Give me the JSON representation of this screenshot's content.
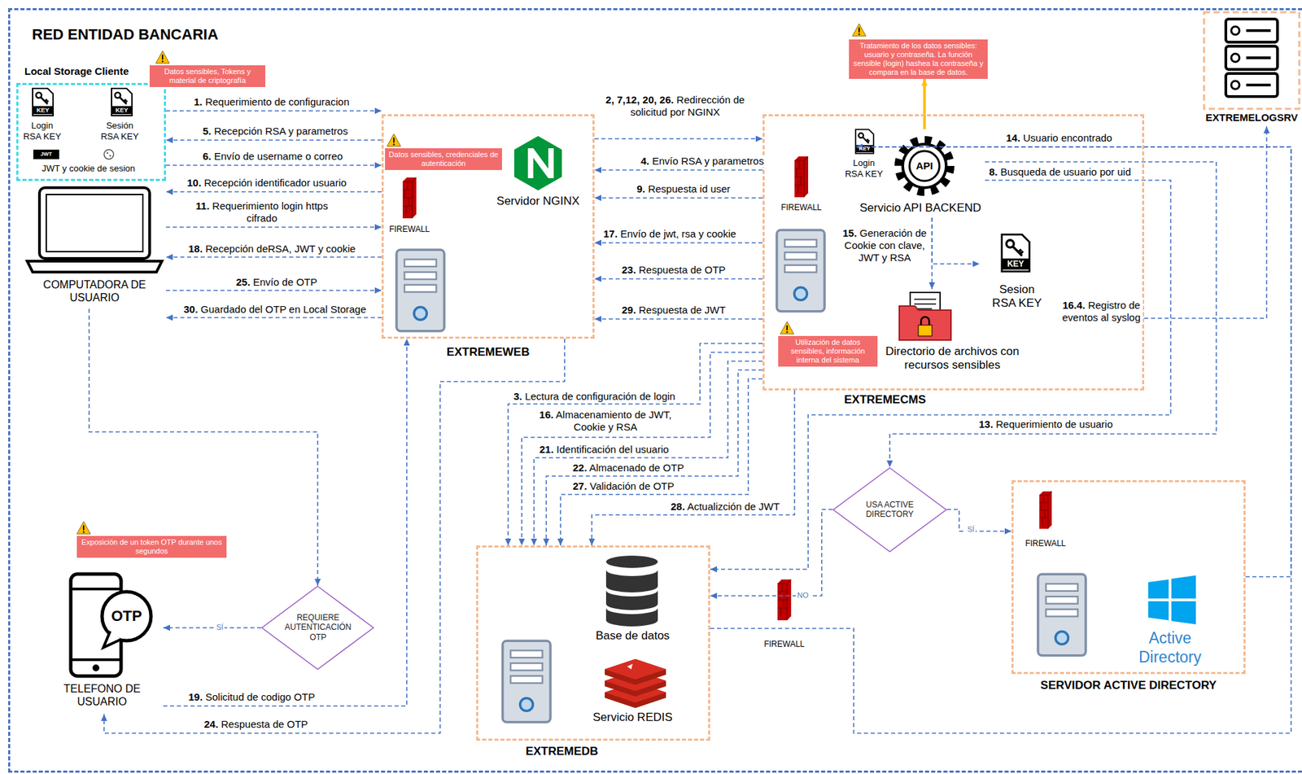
{
  "diagram": {
    "nodes": [
      {
        "text": [
          "RED ENTIDAD BANCARIA"
        ]
      },
      {
        "text": [
          "Local Storage Cliente"
        ],
        "in": 0
      },
      {
        "text": [
          "Datos sensibles, Tokens y material de criptografía"
        ],
        "in": 0
      },
      {
        "text": [
          "Servidor NGINX",
          "EXTREMEWEB"
        ],
        "in": 0
      },
      {
        "text": [
          "Datos sensibles, credenciales de autenticación"
        ],
        "in": 3
      },
      {
        "text": [
          "Tratamiento de los datos sensibles: usuario y contraseña. La función sensible (login) hashea la contraseña y compara en la base de datos."
        ],
        "in": 0
      },
      {
        "text": [
          "EXTREMECMS"
        ],
        "in": 0
      },
      {
        "text": [
          "Servicio API BACKEND"
        ],
        "in": 6
      },
      {
        "text": [
          "Sesion RSA KEY"
        ],
        "in": 6
      },
      {
        "text": [
          "Directorio de archivos con recursos sensibles"
        ],
        "in": 6
      },
      {
        "text": [
          "Utilización de datos sensibles, información interna del sistema"
        ],
        "in": 6
      },
      {
        "text": [
          "EXTREMELOGSRV"
        ],
        "in": 0
      },
      {
        "text": [
          "COMPUTADORA DE USUARIO"
        ],
        "in": 0
      },
      {
        "text": [
          "USA ACTIVE DIRECTORY"
        ],
        "in": 0
      },
      {
        "text": [
          "Active Directory",
          "SERVIDOR ACTIVE DIRECTORY"
        ],
        "in": 0
      },
      {
        "text": [
          "Exposición de un token OTP durante unos segundos"
        ],
        "in": 0
      },
      {
        "text": [
          "REQUIERE AUTENTICACIÓN OTP"
        ],
        "in": 0
      },
      {
        "text": [
          "TELEFONO DE USUARIO"
        ],
        "in": 0
      },
      {
        "text": [
          "EXTREMEDB"
        ],
        "in": 0
      }
    ],
    "edges": [
      {
        "from": 1,
        "to": 3,
        "arrow": "to",
        "label": "1. Requerimiento de configuracion"
      },
      {
        "from": 3,
        "to": 1,
        "arrow": "to",
        "label": "5. Recepción RSA y parametros"
      },
      {
        "from": 1,
        "to": 3,
        "arrow": "to",
        "label": "6. Envío de username o correo"
      },
      {
        "from": 3,
        "to": 12,
        "arrow": "to",
        "label": "10. Recepción identificador usuario"
      },
      {
        "from": 12,
        "to": 3,
        "arrow": "to",
        "label": "11. Requerimiento login https cifrado"
      },
      {
        "from": 3,
        "to": 12,
        "arrow": "to",
        "label": "18. Recepción deRSA, JWT y cookie"
      },
      {
        "from": 12,
        "to": 3,
        "arrow": "to",
        "label": "25. Envío de OTP"
      },
      {
        "from": 3,
        "to": 12,
        "arrow": "to",
        "label": "30. Guardado del OTP en Local Storage"
      },
      {
        "from": 3,
        "to": 6,
        "arrow": "to",
        "label": "2, 7,12, 20, 26. Redirección de solicitud por NGINX"
      },
      {
        "from": 6,
        "to": 3,
        "arrow": "to",
        "label": "4. Envío RSA y parametros"
      },
      {
        "from": 6,
        "to": 3,
        "arrow": "to",
        "label": "9. Respuesta id user"
      },
      {
        "from": 6,
        "to": 3,
        "arrow": "to",
        "label": "17. Envío de jwt, rsa y cookie"
      },
      {
        "from": 6,
        "to": 3,
        "arrow": "to",
        "label": "23. Respuesta de OTP"
      },
      {
        "from": 6,
        "to": 3,
        "arrow": "to",
        "label": "29. Respuesta de JWT"
      },
      {
        "from": 7,
        "to": 5,
        "arrow": "to"
      },
      {
        "from": 7,
        "to": 9,
        "arrow": "to",
        "label": "15. Generación de Cookie con clave, JWT y RSA"
      },
      {
        "from": 7,
        "to": 8,
        "arrow": "to"
      },
      {
        "from": 14,
        "to": 7,
        "arrow": "to",
        "label": "14. Usuario encontrado"
      },
      {
        "from": 18,
        "to": 7,
        "arrow": "to"
      },
      {
        "from": 7,
        "to": 18,
        "arrow": "to",
        "label": "8. Busqueda de usuario por uid"
      },
      {
        "from": 7,
        "to": 13,
        "arrow": "to",
        "label": "13. Requerimiento de usuario"
      },
      {
        "from": 6,
        "to": 11,
        "arrow": "to",
        "label": "16.4. Registro de eventos al syslog"
      },
      {
        "from": 6,
        "to": 18,
        "arrow": "to",
        "label": "3. Lectura de configuración de login"
      },
      {
        "from": 6,
        "to": 18,
        "arrow": "to",
        "label": "16. Almacenamiento de JWT, Cookie y RSA"
      },
      {
        "from": 6,
        "to": 18,
        "arrow": "to",
        "label": "21. Identificación del usuario"
      },
      {
        "from": 6,
        "to": 18,
        "arrow": "to",
        "label": "22. Almacenado de OTP"
      },
      {
        "from": 6,
        "to": 18,
        "arrow": "to",
        "label": "27. Validación de OTP"
      },
      {
        "from": 6,
        "to": 18,
        "arrow": "to",
        "label": "28. Actualizción de JWT"
      },
      {
        "from": 13,
        "to": 14,
        "arrow": "to",
        "label": "SÍ"
      },
      {
        "from": 13,
        "to": 18,
        "arrow": "to",
        "label": "NO"
      },
      {
        "from": 12,
        "to": 16,
        "arrow": "to"
      },
      {
        "from": 16,
        "to": 17,
        "arrow": "to",
        "label": "SÍ"
      },
      {
        "from": 17,
        "to": 3,
        "arrow": "to",
        "label": "19. Solicitud de codigo OTP"
      },
      {
        "from": 3,
        "to": 17,
        "arrow": "to",
        "label": "24. Respuesta de OTP"
      }
    ],
    "labels": [
      "Login RSA KEY",
      "Sesión RSA KEY",
      "JWT y cookie de sesion",
      "KEY",
      "KEY",
      "JWT",
      "FIREWALL",
      "Login RSA KEY",
      "KEY",
      "API",
      "FIREWALL",
      "KEY",
      "FIREWALL",
      "FIREWALL",
      "Base de datos",
      "Servicio REDIS",
      "OTP"
    ]
  }
}
